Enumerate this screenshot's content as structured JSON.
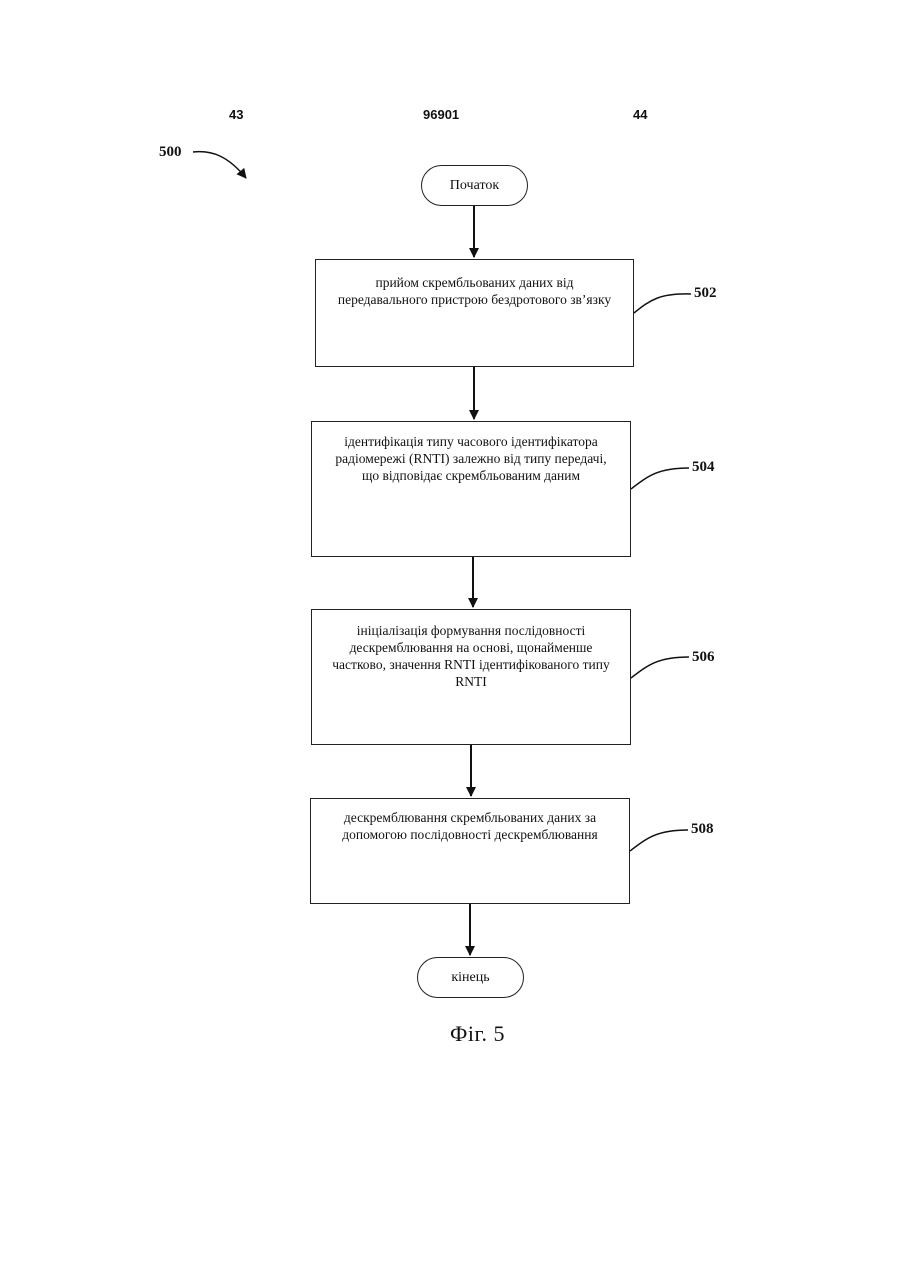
{
  "header": {
    "page_left": "43",
    "patent_number": "96901",
    "page_right": "44"
  },
  "figure": {
    "ref_label": "500",
    "caption": "Фіг. 5"
  },
  "flowchart": {
    "start": "Початок",
    "end": "кінець",
    "steps": [
      {
        "ref": "502",
        "text": "прийом скрембльованих даних від передавального пристрою бездротового зв’язку"
      },
      {
        "ref": "504",
        "text": "ідентифікація типу часового ідентифікатора радіомережі (RNTI) залежно від типу передачі, що відповідає скрембльованим даним"
      },
      {
        "ref": "506",
        "text": "ініціалізація формування послідовності дескремблювання на основі, щонайменше частково, значення RNTI ідентифікованого типу RNTI"
      },
      {
        "ref": "508",
        "text": "дескремблювання скрембльованих даних за допомогою послідовності дескремблювання"
      }
    ]
  }
}
